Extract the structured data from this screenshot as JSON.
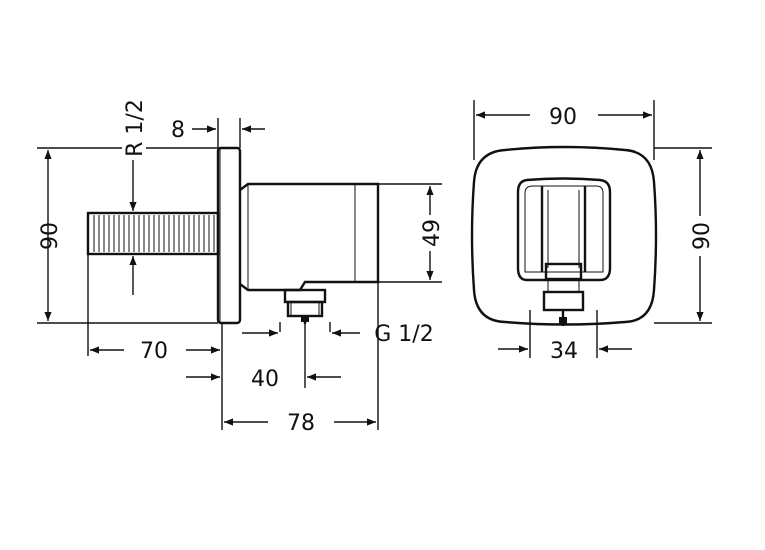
{
  "drawing": {
    "side_view": {
      "thread_inlet": "R 1/2",
      "thread_outlet": "G 1/2",
      "height": "90",
      "flange_thickness": "8",
      "body_height": "49",
      "pipe_length": "70",
      "outlet_offset": "40",
      "depth": "78"
    },
    "front_view": {
      "width": "90",
      "height": "90",
      "outlet_width": "34"
    }
  }
}
